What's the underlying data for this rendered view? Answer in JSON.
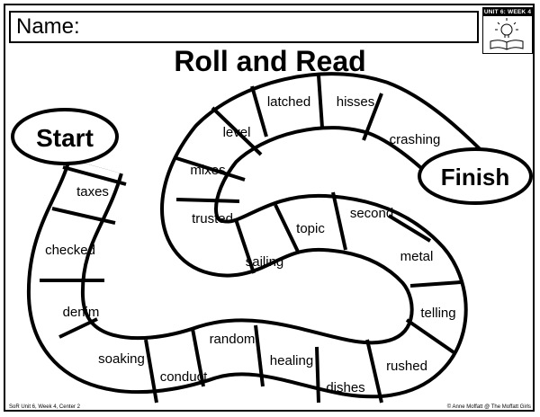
{
  "header": {
    "name_label": "Name:",
    "unit_label": "UNIT 6: WEEK 4",
    "unit_icon": "reading-book-lightbulb-icon"
  },
  "title": "Roll and Read",
  "start_label": "Start",
  "finish_label": "Finish",
  "spaces": [
    "taxes",
    "checked",
    "denim",
    "soaking",
    "conduct",
    "random",
    "healing",
    "dishes",
    "rushed",
    "telling",
    "metal",
    "second",
    "topic",
    "sailing",
    "trusted",
    "mixes",
    "level",
    "latched",
    "hisses",
    "crashing"
  ],
  "footer": {
    "left": "SoR Unit 6, Week 4, Center 2",
    "right": "© Anne Moffatt @ The Moffatt Girls"
  }
}
